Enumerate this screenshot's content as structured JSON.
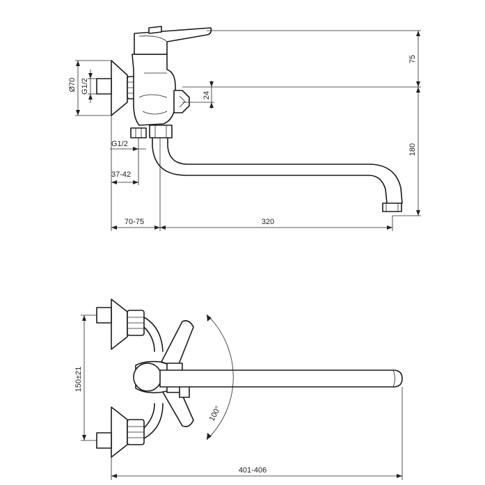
{
  "side_view": {
    "dimensions": {
      "handle_to_outlet_height": "75",
      "spout_height": "180",
      "inlet_diameter": "Ø70",
      "inlet_thread": "G1/2",
      "small_height": "24",
      "bottom_thread": "G1/2",
      "wall_offset_small": "37-42",
      "wall_offset": "70-75",
      "spout_length": "320"
    }
  },
  "top_view": {
    "dimensions": {
      "inlet_spacing": "150±21",
      "rotation_angle": "100°",
      "overall_length": "401-406"
    }
  }
}
